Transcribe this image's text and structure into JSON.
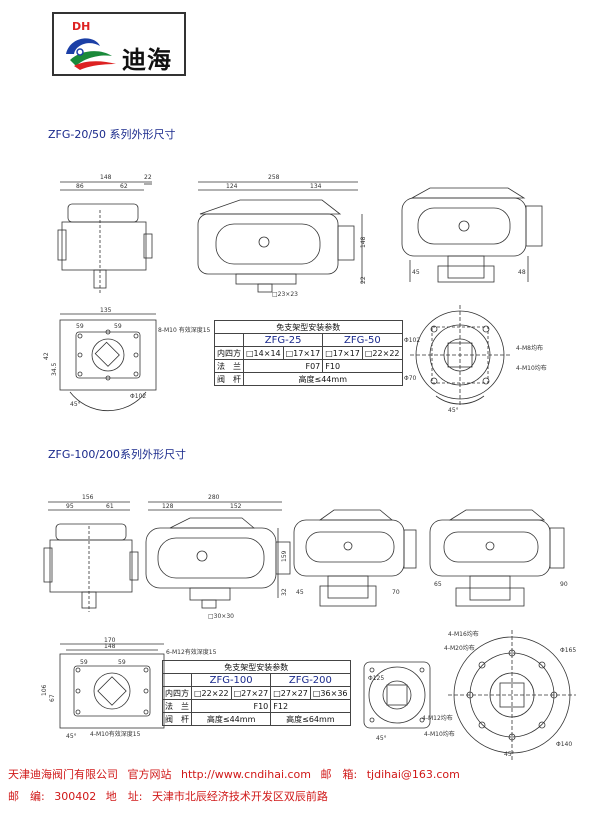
{
  "header": {
    "logo_mark": "DH",
    "logo_text": "迪海"
  },
  "section1": {
    "title": "ZFG-20/50 系列外形尺寸",
    "dims_front": [
      "148",
      "86",
      "62",
      "22"
    ],
    "dims_side": [
      "258",
      "124",
      "134",
      "148",
      "22"
    ],
    "dim_square": "□23×23",
    "dims_right": [
      "45",
      "48"
    ],
    "dims_bottom": [
      "135",
      "59",
      "59",
      "42",
      "34.5",
      "45°",
      "Φ102"
    ],
    "bolt_note": "8-M10 有效深度15",
    "flange_dims": [
      "Φ102",
      "Φ70",
      "45°"
    ],
    "flange_notes": [
      "4-M8均布",
      "4-M10均布"
    ],
    "table": {
      "caption": "免支架型安装参数",
      "models": [
        "ZFG-25",
        "ZFG-50"
      ],
      "rows": [
        {
          "label": "内四方",
          "values": [
            "□14×14",
            "□17×17",
            "□17×17",
            "□22×22"
          ]
        },
        {
          "label": "法　兰",
          "values": [
            "F07",
            "F10"
          ]
        },
        {
          "label": "阀　杆",
          "values": [
            "高度≤44mm"
          ]
        }
      ]
    }
  },
  "section2": {
    "title": "ZFG-100/200系列外形尺寸",
    "dims_front": [
      "156",
      "95",
      "61"
    ],
    "dims_side": [
      "280",
      "128",
      "152",
      "159",
      "32"
    ],
    "dim_square": "□30×30",
    "dims_mid": [
      "45",
      "70"
    ],
    "dims_right": [
      "65",
      "90"
    ],
    "dims_bottom": [
      "170",
      "148",
      "59",
      "59",
      "106",
      "67",
      "45°"
    ],
    "bolt_notes": [
      "6-M12有效深度15",
      "4-M10有效深度15"
    ],
    "flange_dims": [
      "Φ125",
      "Φ165",
      "Φ140",
      "45°",
      "45°"
    ],
    "flange_notes": [
      "4-M16均布",
      "4-M20均布",
      "4-M12均布",
      "4-M10均布"
    ],
    "table": {
      "caption": "免支架型安装参数",
      "models": [
        "ZFG-100",
        "ZFG-200"
      ],
      "rows": [
        {
          "label": "内四方",
          "values": [
            "□22×22",
            "□27×27",
            "□27×27",
            "□36×36"
          ]
        },
        {
          "label": "法　兰",
          "values": [
            "F10",
            "F12"
          ]
        },
        {
          "label": "阀　杆",
          "values": [
            "高度≤44mm",
            "高度≤64mm"
          ]
        }
      ]
    }
  },
  "footer": {
    "company": "天津迪海阀门有限公司",
    "site_label": "官方网站",
    "site_url": "http://www.cndihai.com",
    "mail_label": "邮　箱:",
    "email": "tjdihai@163.com",
    "postcode_label": "邮　编:",
    "postcode": "300402",
    "address_label": "地　址:",
    "address": "天津市北辰经济技术开发区双辰前路"
  },
  "colors": {
    "title_blue": "#1a2a8c",
    "footer_red": "#d01818",
    "logo_red": "#d22",
    "logo_green": "#1a8a3a",
    "logo_blue": "#1b3fa6"
  }
}
